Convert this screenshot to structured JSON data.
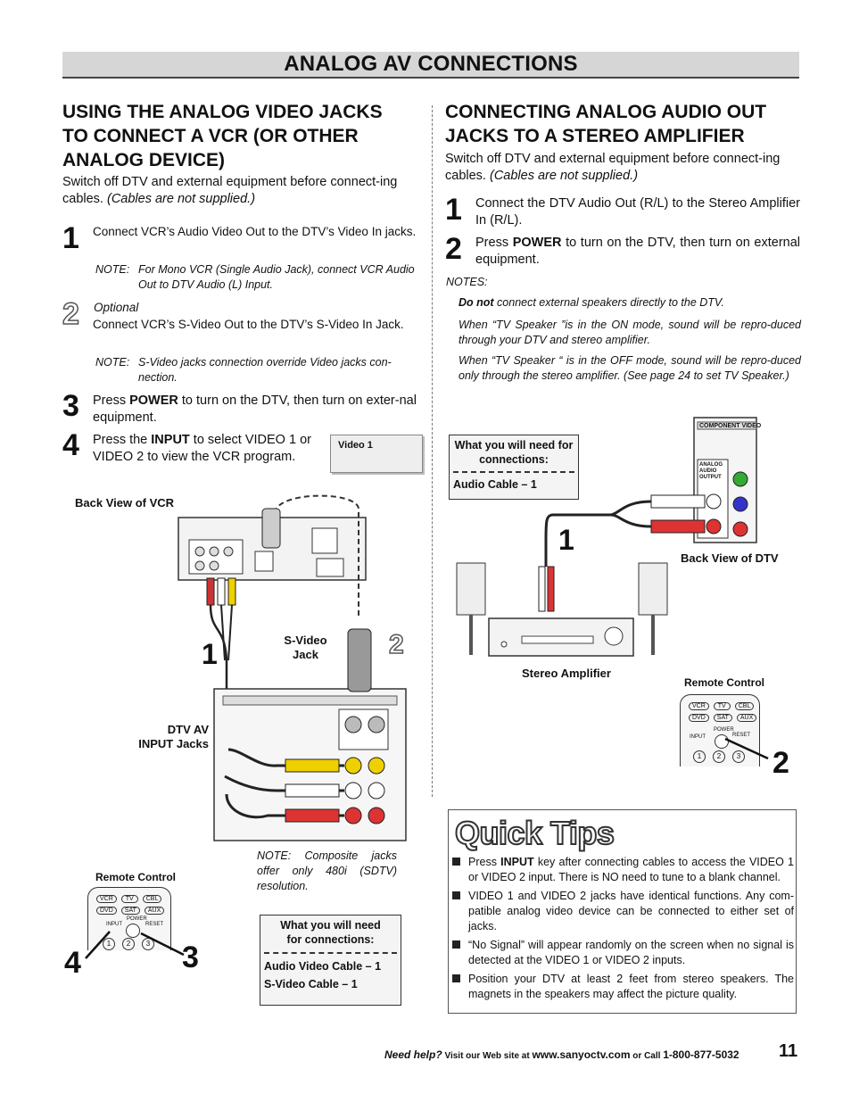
{
  "banner": "ANALOG AV CONNECTIONS",
  "left": {
    "heading": [
      "USING THE ANALOG VIDEO JACKS",
      "TO CONNECT A VCR (OR OTHER",
      "ANALOG DEVICE)"
    ],
    "intro": "Switch off DTV and external equipment before connect-ing cables.",
    "intro_note": "(Cables are not supplied.)",
    "step1": {
      "num": "1",
      "text": "Connect VCR’s Audio Video Out to the DTV’s Video In jacks.",
      "note_label": "NOTE:",
      "note": "For Mono VCR (Single Audio Jack), connect VCR Audio Out to DTV Audio (L) Input."
    },
    "step2": {
      "num": "2",
      "optional": "Optional",
      "text": "Connect VCR’s S-Video Out to the DTV’s S-Video In Jack.",
      "note_label": "NOTE:",
      "note": "S-Video jacks connection override Video jacks con-nection."
    },
    "step3": {
      "num": "3",
      "pre": "Press ",
      "bold": "POWER",
      "post": " to turn on the DTV, then turn on exter-nal equipment."
    },
    "step4": {
      "num": "4",
      "pre": "Press the ",
      "bold": "INPUT",
      "post": " to select VIDEO 1 or VIDEO 2 to view the VCR program."
    },
    "osd": "Video 1",
    "labels": {
      "vcr_back": "Back View of VCR",
      "svideo_jack": [
        "S-Video",
        "Jack"
      ],
      "dtv_av": [
        "DTV AV",
        "INPUT Jacks"
      ],
      "remote": "Remote Control",
      "callout1": "1",
      "callout2": "2",
      "callout3": "3",
      "callout4": "4"
    },
    "composite_note": "NOTE: Composite jacks offer only 480i (SDTV) resolution.",
    "need_box": {
      "title": [
        "What you will need",
        "for connections:"
      ],
      "items": [
        "Audio Video Cable  – 1",
        "S-Video Cable  – 1"
      ]
    }
  },
  "right": {
    "heading": [
      "CONNECTING ANALOG AUDIO OUT",
      "JACKS TO A STEREO AMPLIFIER"
    ],
    "intro": "Switch off DTV and external equipment before connect-ing cables.",
    "intro_note": "(Cables are not supplied.)",
    "step1": {
      "num": "1",
      "text": "Connect the DTV Audio Out (R/L) to the Stereo Amplifier In (R/L)."
    },
    "step2": {
      "num": "2",
      "pre": "Press ",
      "bold": "POWER",
      "post": " to turn on the DTV, then turn on external equipment."
    },
    "notes_label": "NOTES:",
    "note1_bold": "Do not",
    "note1": " connect external speakers directly to the DTV.",
    "note2": "When “TV Speaker ”is in the ON mode, sound will be repro-duced through your DTV and stereo amplifier.",
    "note3": "When “TV Speaker “ is in the OFF mode, sound will be repro-duced only through the stereo amplifier. (See page 24 to set TV Speaker.)",
    "need_box": {
      "title": [
        "What you will need for",
        "connections:"
      ],
      "items": [
        "Audio Cable  – 1"
      ]
    },
    "labels": {
      "dtv_back": "Back View of DTV",
      "amp": "Stereo Amplifier",
      "remote": "Remote Control",
      "callout1": "1",
      "callout2": "2",
      "component_video": "COMPONENT VIDEO",
      "analog_audio": [
        "ANALOG",
        "AUDIO",
        "OUTPUT"
      ]
    }
  },
  "quick_tips": {
    "title": "Quick Tips",
    "tip1_pre": "Press ",
    "tip1_bold": "INPUT",
    "tip1_post": " key after connecting cables to access the VIDEO 1 or VIDEO 2 input. There is NO need to tune to a blank channel.",
    "tip2": "VIDEO 1 and VIDEO 2 jacks have identical functions. Any com-patible analog video device can be connected to either set of jacks.",
    "tip3": "“No Signal” will appear randomly on the screen when no signal is detected at the VIDEO 1 or VIDEO 2 inputs.",
    "tip4": "Position your DTV at least 2 feet from stereo speakers. The magnets in the speakers may affect the picture quality."
  },
  "footer": {
    "need_help": "Need help?",
    "visit": " Visit our Web site at ",
    "url": "www.sanyoctv.com",
    "or_call": " or Call ",
    "phone": "1-800-877-5032",
    "page": "11"
  },
  "remote_keys": {
    "row1": [
      "VCR",
      "TV",
      "CBL"
    ],
    "row2": [
      "DVD",
      "SAT",
      "AUX"
    ],
    "input": "INPUT",
    "power": "POWER",
    "reset": "RESET",
    "nums": [
      "1",
      "2",
      "3"
    ]
  }
}
